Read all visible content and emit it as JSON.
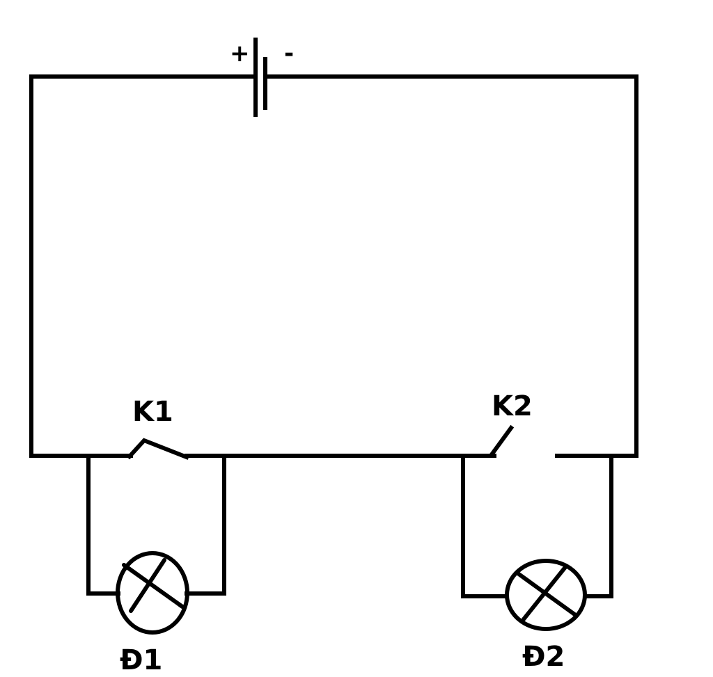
{
  "labels": {
    "battery_plus": "+",
    "battery_minus": "-",
    "switch_1": "K1",
    "switch_2": "K2",
    "lamp_1": "Đ1",
    "lamp_2": "Đ2"
  },
  "components": {
    "switch_1_state": "closed",
    "switch_2_state": "open"
  },
  "colors": {
    "stroke": "#000000",
    "background": "#ffffff"
  }
}
